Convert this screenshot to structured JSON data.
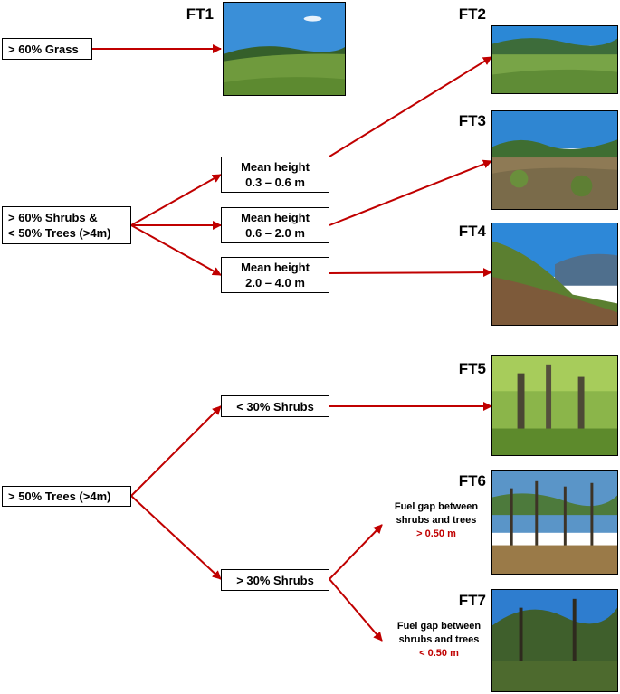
{
  "roots": {
    "grass": "> 60% Grass",
    "shrubs": "> 60% Shrubs &\n< 50% Trees (>4m)",
    "trees": "> 50% Trees (>4m)"
  },
  "heights": {
    "h1": "Mean height\n0.3 – 0.6 m",
    "h2": "Mean height\n0.6 – 2.0 m",
    "h3": "Mean height\n2.0 – 4.0 m"
  },
  "shrub_cover": {
    "low": "< 30% Shrubs",
    "high": "> 30% Shrubs"
  },
  "fuel_types": {
    "ft1": "FT1",
    "ft2": "FT2",
    "ft3": "FT3",
    "ft4": "FT4",
    "ft5": "FT5",
    "ft6": "FT6",
    "ft7": "FT7"
  },
  "notes": {
    "ft6_text": "Fuel gap between\nshrubs and trees",
    "ft6_value": "> 0.50 m",
    "ft7_text": "Fuel gap between\nshrubs and trees",
    "ft7_value": "< 0.50 m"
  },
  "colors": {
    "arrow": "#c00000",
    "value_text": "#c00000"
  }
}
